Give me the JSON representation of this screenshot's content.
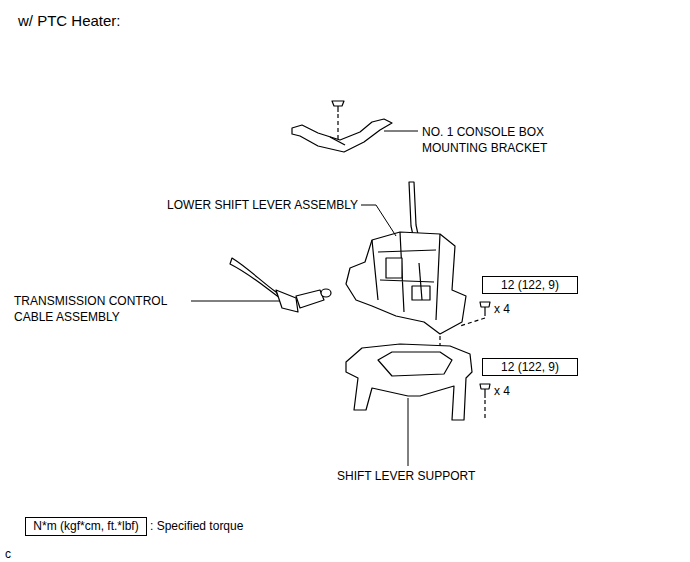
{
  "diagram": {
    "title": "w/ PTC Heater:",
    "nodes": [
      {
        "text": [
          "12 (122, 9)"
        ]
      },
      {
        "text": [
          "12 (122, 9)"
        ]
      },
      {
        "text": [
          "N*m (kgf*cm, ft.*lbf)"
        ]
      }
    ],
    "labels": [
      "NO. 1 CONSOLE BOX MOUNTING BRACKET",
      "LOWER SHIFT LEVER ASSEMBLY",
      "TRANSMISSION CONTROL CABLE ASSEMBLY",
      "x 4",
      "x 4",
      "SHIFT LEVER SUPPORT",
      ": Specified torque",
      "c"
    ]
  }
}
